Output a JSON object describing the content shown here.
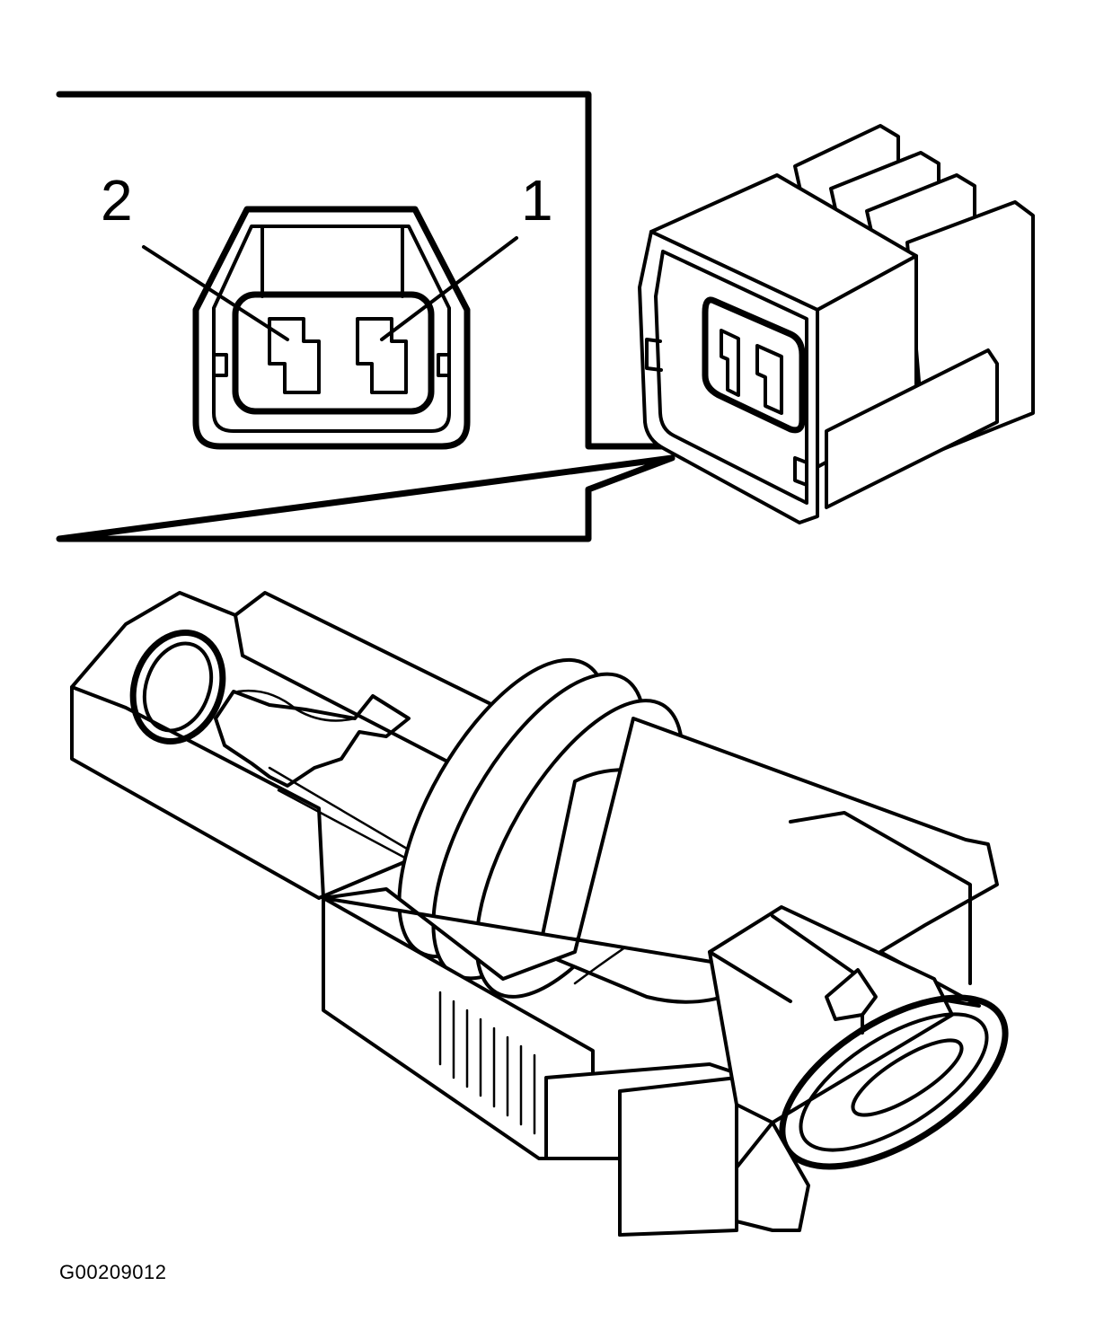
{
  "pin_labels": {
    "pin_2": "2",
    "pin_1": "1"
  },
  "figure_code": "G00209012",
  "colors": {
    "line": "#000000",
    "background": "#ffffff"
  }
}
